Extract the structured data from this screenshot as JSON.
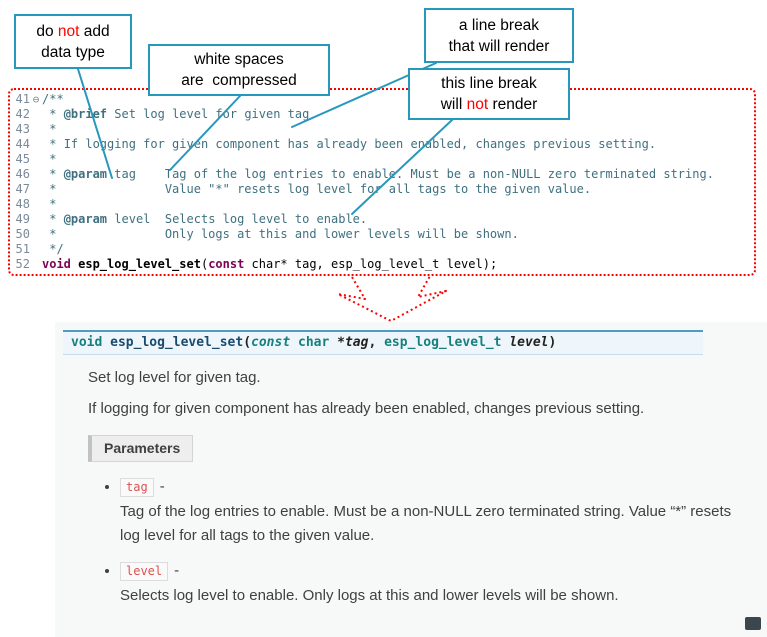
{
  "colors": {
    "callout_border": "#2798bc",
    "connector": "#2798bc",
    "highlight_red": "#ff0000",
    "code_border": "#ff0000",
    "code_comment": "#3f707f",
    "code_keyword": "#7f0055",
    "code_line_number": "#7b8a9a",
    "docs_panel_bg": "#f7f8f8",
    "signature_bg": "#eef6fb",
    "signature_border": "#4f9bc4",
    "signature_type": "#17807e",
    "signature_name": "#1a4a6e",
    "param_chip_text": "#d9534f",
    "body_text": "#404040"
  },
  "callouts": {
    "no_datatype": {
      "line1_pre": "do ",
      "line1_red": "not",
      "line1_post": " add",
      "line2": "data type"
    },
    "whitespace": {
      "line1": "white spaces",
      "line2": "are  compressed"
    },
    "break_render": {
      "line1": "a line break",
      "line2": "that will render"
    },
    "break_no_render": {
      "line1": "this line break",
      "line2_pre": "will ",
      "line2_red": "not",
      "line2_post": " render"
    }
  },
  "code_editor": {
    "lines": [
      {
        "num": "41",
        "fold": "⊖",
        "pre": "/**"
      },
      {
        "num": "42",
        "pre": " * ",
        "tag": "@brief",
        "rest": " Set log level for given tag"
      },
      {
        "num": "43",
        "pre": " *"
      },
      {
        "num": "44",
        "pre": " * ",
        "rest": "If logging for given component has already been enabled, changes previous setting."
      },
      {
        "num": "45",
        "pre": " *"
      },
      {
        "num": "46",
        "pre": " * ",
        "tag": "@param",
        "rest": " tag    Tag of the log entries to enable. Must be a non-NULL zero terminated string."
      },
      {
        "num": "47",
        "pre": " *",
        "rest": "               Value \"*\" resets log level for all tags to the given value."
      },
      {
        "num": "48",
        "pre": " *"
      },
      {
        "num": "49",
        "pre": " * ",
        "tag": "@param",
        "rest": " level  Selects log level to enable."
      },
      {
        "num": "50",
        "pre": " *",
        "rest": "               Only logs at this and lower levels will be shown."
      },
      {
        "num": "51",
        "pre": " */"
      }
    ],
    "declaration": {
      "num": "52",
      "kw_void": "void",
      "name": " esp_log_level_set",
      "open": "(",
      "kw_const": "const",
      "rest": " char* tag, esp_log_level_t level);"
    }
  },
  "docs": {
    "signature": {
      "kw_void": "void",
      "name": " esp_log_level_set",
      "open": "(",
      "kw_const": "const",
      "type_char": " char ",
      "arg1": "*tag",
      "comma": ", ",
      "type_level": "esp_log_level_t",
      "arg2": " level",
      "close": ")"
    },
    "para1": "Set log level for given tag.",
    "para2": "If logging for given component has already been enabled, changes previous setting.",
    "parameters_label": "Parameters",
    "params": [
      {
        "name": "tag",
        "sep": "-",
        "desc": "Tag of the log entries to enable. Must be a non-NULL zero terminated string. Value “*” resets log level for all tags to the given value."
      },
      {
        "name": "level",
        "sep": "-",
        "desc": "Selects log level to enable. Only logs at this and lower levels will be shown."
      }
    ]
  }
}
